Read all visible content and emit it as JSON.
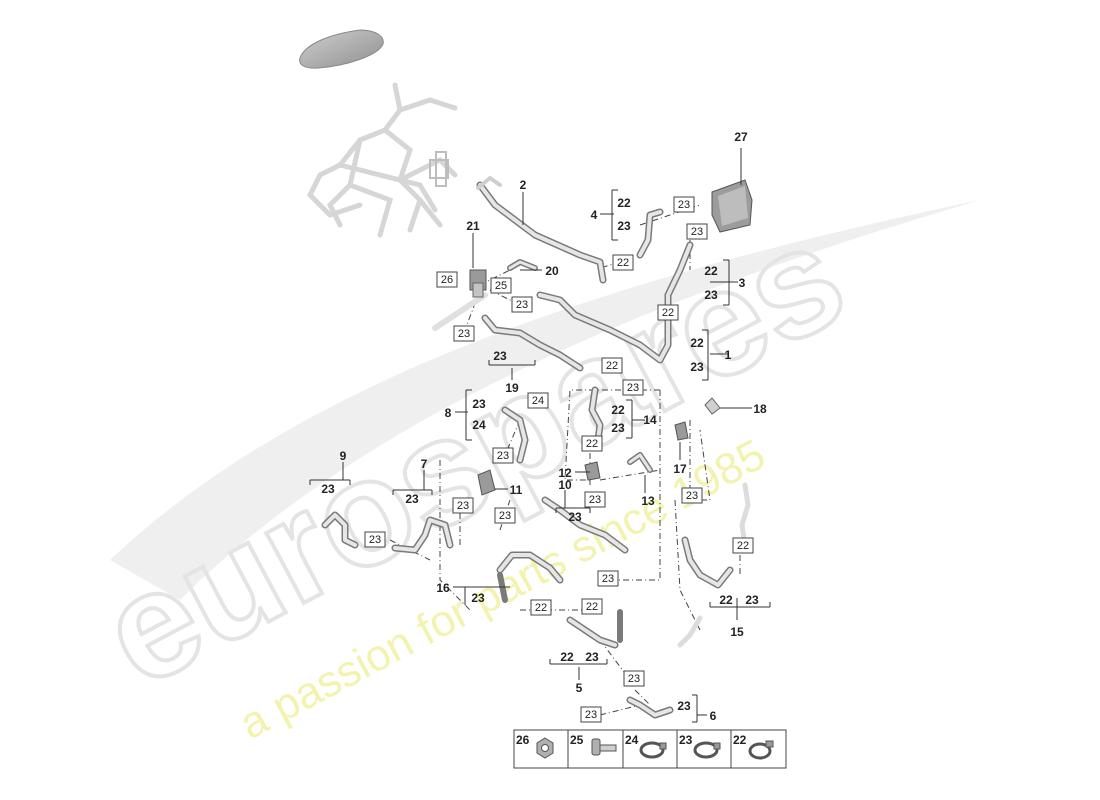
{
  "watermark": {
    "brand": "eurospares",
    "tagline": "a passion for parts since 1985"
  },
  "colors": {
    "line": "#333333",
    "part": "#8a8a8a",
    "part_light": "#d9d9d9",
    "watermark_gray": "#e8e8e8",
    "watermark_yellow": "#f2f2a8"
  },
  "callouts": {
    "c1": "1",
    "c2": "2",
    "c3": "3",
    "c4": "4",
    "c5": "5",
    "c6": "6",
    "c7": "7",
    "c8": "8",
    "c9": "9",
    "c10": "10",
    "c11": "11",
    "c12": "12",
    "c13": "13",
    "c14": "14",
    "c15": "15",
    "c16": "16",
    "c17": "17",
    "c18": "18",
    "c19": "19",
    "c20": "20",
    "c21": "21",
    "c27": "27"
  },
  "group_labels": {
    "g22": "22",
    "g23": "23",
    "g24": "24"
  },
  "boxed_refs": {
    "b22": "22",
    "b23": "23",
    "b24": "24",
    "b25": "25",
    "b26": "26"
  },
  "legend": [
    {
      "num": "26",
      "icon": "nut-icon"
    },
    {
      "num": "25",
      "icon": "bolt-icon"
    },
    {
      "num": "24",
      "icon": "hose-clamp-icon"
    },
    {
      "num": "23",
      "icon": "hose-clamp-icon"
    },
    {
      "num": "22",
      "icon": "hose-clamp-icon"
    }
  ]
}
